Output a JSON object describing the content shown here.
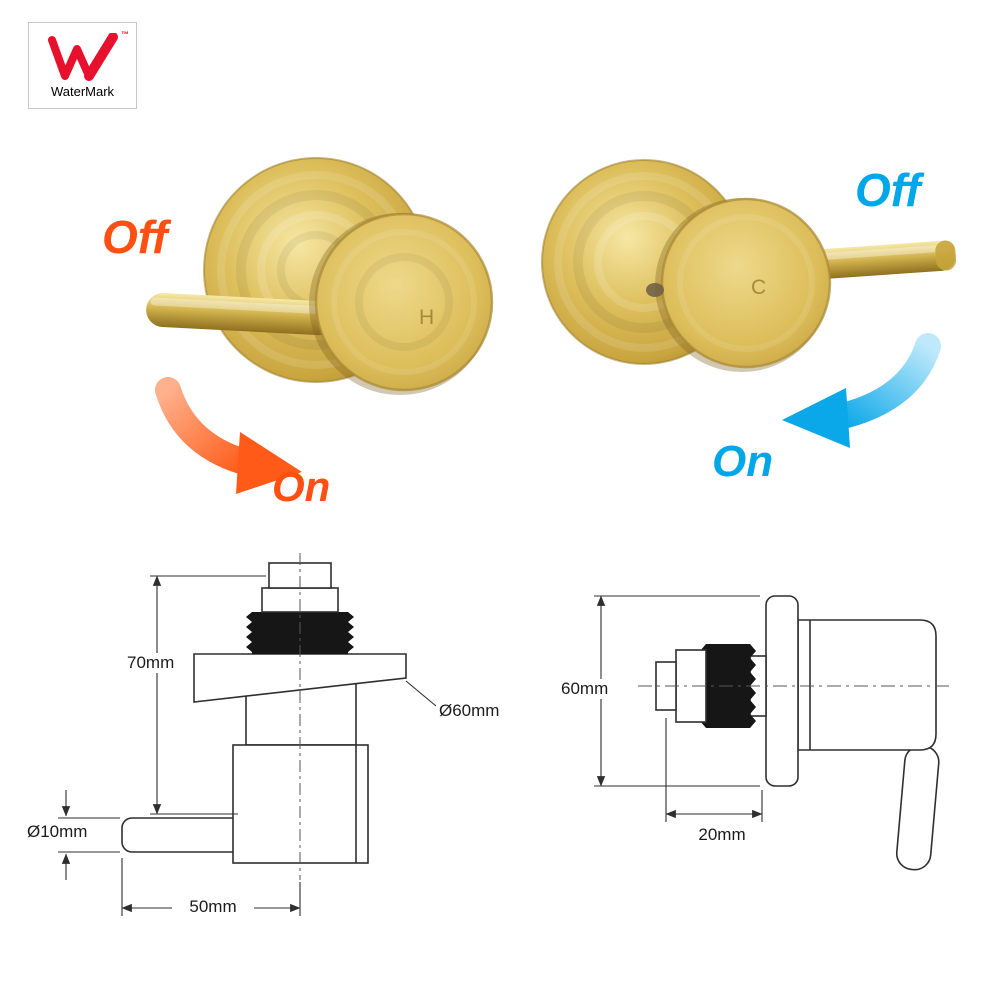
{
  "certification": {
    "brand": "WaterMark",
    "trademark": "™",
    "logo_color": "#e8112d"
  },
  "photo": {
    "finish_colors": {
      "gold_light": "#f6e7a4",
      "gold_mid": "#d9bc52",
      "gold_dark": "#a8842b"
    },
    "hot": {
      "engraving": "H",
      "off_label": "Off",
      "on_label": "On",
      "accent_color": "#ff4f13"
    },
    "cold": {
      "engraving": "C",
      "off_label": "Off",
      "on_label": "On",
      "accent_color": "#00a7e8"
    }
  },
  "drawings": {
    "side_view": {
      "height_label": "70mm",
      "flange_diameter_label": "Ø60mm",
      "handle_diameter_label": "Ø10mm",
      "length_label": "50mm"
    },
    "profile_view": {
      "height_label": "60mm",
      "depth_label": "20mm"
    }
  }
}
